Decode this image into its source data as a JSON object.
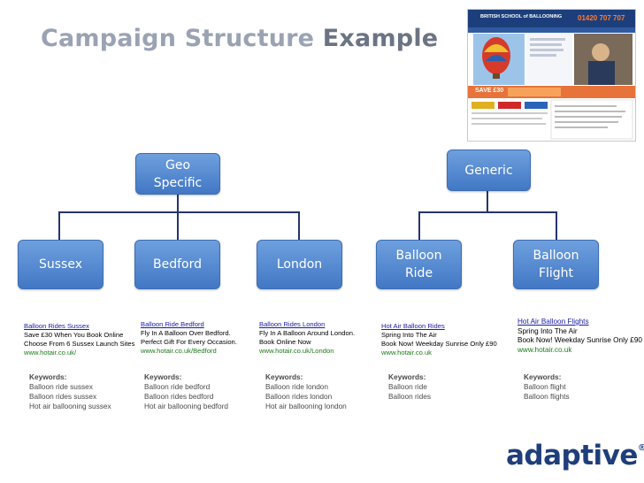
{
  "title": {
    "part1": "Campaign Structure",
    "part2": "Example"
  },
  "nodes": {
    "geo": "Geo\nSpecific",
    "generic": "Generic",
    "sussex": "Sussex",
    "bedford": "Bedford",
    "london": "London",
    "balloon_ride": "Balloon\nRide",
    "balloon_flight": "Balloon\nFlight"
  },
  "ads": [
    {
      "headline": "Balloon Rides Sussex",
      "line1": "Save £30 When You Book Online",
      "line2": "Choose From 6 Sussex Launch Sites",
      "url": "www.hotair.co.uk/"
    },
    {
      "headline": "Balloon Ride Bedford",
      "line1": "Fly In A Balloon Over Bedford.",
      "line2": "Perfect Gift For Every Occasion.",
      "url": "www.hotair.co.uk/Bedford"
    },
    {
      "headline": "Balloon Rides London",
      "line1": "Fly In A Balloon Around London.",
      "line2": "Book Online Now",
      "url": "www.hotair.co.uk/London"
    },
    {
      "headline": "Hot Air Balloon Rides",
      "line1": "Spring Into The Air",
      "line2": "Book Now! Weekday Sunrise Only £90",
      "url": "www.hotair.co.uk"
    },
    {
      "headline": "Hot Air Balloon Flights",
      "line1": "Spring Into The Air",
      "line2": "Book Now! Weekday Sunrise Only £90",
      "url": "www.hotair.co.uk"
    }
  ],
  "keywords": [
    {
      "heading": "Keywords:",
      "items": [
        "Balloon ride sussex",
        "Balloon rides sussex",
        "Hot air ballooning sussex"
      ]
    },
    {
      "heading": "Keywords:",
      "items": [
        "Balloon ride bedford",
        "Balloon rides bedford",
        "Hot air ballooning bedford"
      ]
    },
    {
      "heading": "Keywords:",
      "items": [
        "Balloon ride london",
        "Balloon rides london",
        "Hot air ballooning london"
      ]
    },
    {
      "heading": "Keywords:",
      "items": [
        "Balloon ride",
        "Balloon rides"
      ]
    },
    {
      "heading": "Keywords:",
      "items": [
        "Balloon flight",
        "Balloon flights"
      ]
    }
  ],
  "screenshot": {
    "school_name": "BRITISH SCHOOL of BALLOONING",
    "phone": "01420 707 707",
    "promo": "SAVE £30"
  },
  "logo": {
    "text": "adaptive",
    "mark": "®"
  },
  "colors": {
    "node_top": "#6ea0de",
    "node_bottom": "#4277c4",
    "connector": "#24356b",
    "logo": "#1f3e7a"
  }
}
